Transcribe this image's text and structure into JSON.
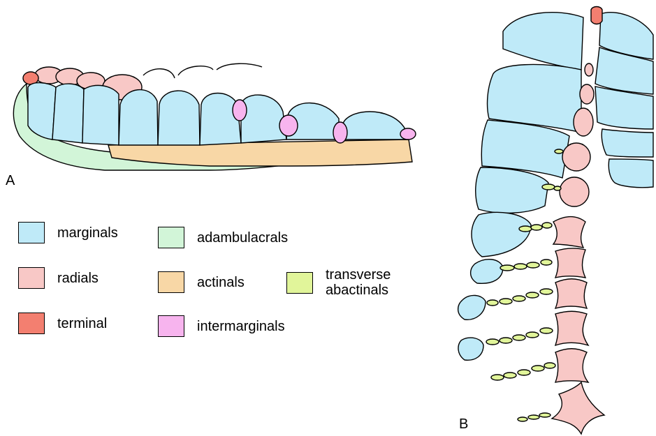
{
  "panel_labels": {
    "a": "A",
    "b": "B"
  },
  "colors": {
    "marginals": "#bfeaf8",
    "radials": "#f8c8c6",
    "terminal": "#f37f70",
    "adambulacrals": "#d2f5d8",
    "actinals": "#f8d7a6",
    "intermarginals": "#f7b4ee",
    "transverse_abactinals": "#e1f59a"
  },
  "legend": {
    "marginals": "marginals",
    "radials": "radials",
    "terminal": "terminal",
    "adambulacrals": "adambulacrals",
    "actinals": "actinals",
    "intermarginals": "intermarginals",
    "transverse_abactinals": "transverse\nabactinals"
  }
}
